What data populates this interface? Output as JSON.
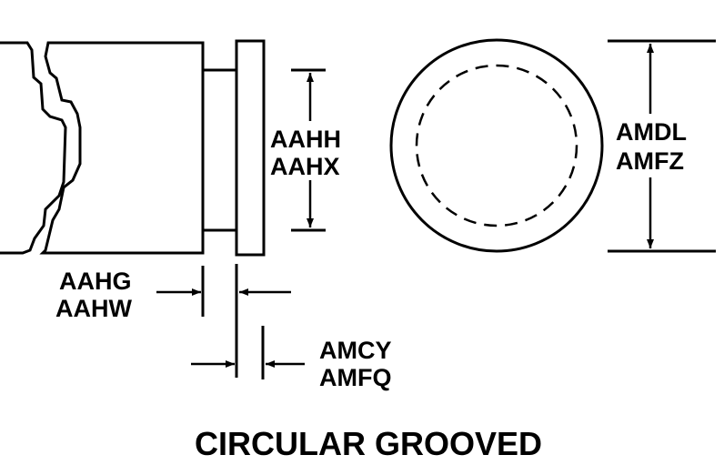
{
  "title": "CIRCULAR GROOVED",
  "labels": {
    "neck_diameter": [
      "AAHH",
      "AAHX"
    ],
    "neck_width": [
      "AAHG",
      "AAHW"
    ],
    "flange_thickness": [
      "AMCY",
      "AMFQ"
    ],
    "outer_diameter": [
      "AMDL",
      "AMFZ"
    ]
  }
}
